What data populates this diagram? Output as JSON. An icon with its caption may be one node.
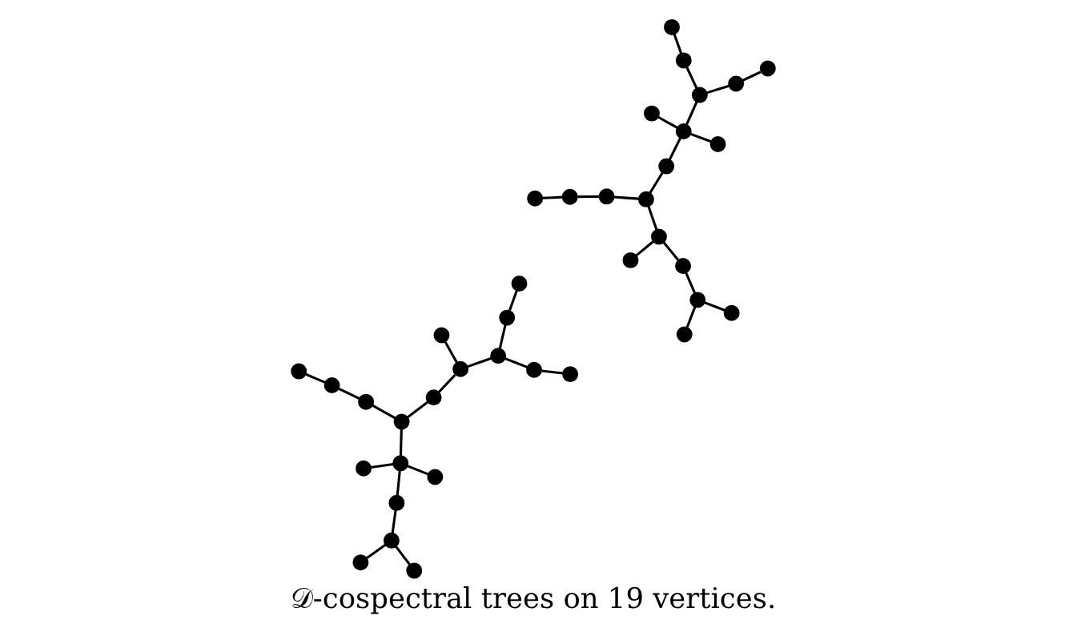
{
  "diagram": {
    "caption": "𝒟-cospectral trees on 19 vertices.",
    "nodes": [
      {
        "text": [],
        "shape": "circle"
      },
      {
        "text": [],
        "shape": "circle"
      },
      {
        "text": [],
        "shape": "circle"
      },
      {
        "text": [],
        "shape": "circle"
      },
      {
        "text": [],
        "shape": "circle"
      },
      {
        "text": [],
        "shape": "circle"
      },
      {
        "text": [],
        "shape": "circle"
      },
      {
        "text": [],
        "shape": "circle"
      },
      {
        "text": [],
        "shape": "circle"
      },
      {
        "text": [],
        "shape": "circle"
      },
      {
        "text": [],
        "shape": "circle"
      },
      {
        "text": [],
        "shape": "circle"
      },
      {
        "text": [],
        "shape": "circle"
      },
      {
        "text": [],
        "shape": "circle"
      },
      {
        "text": [],
        "shape": "circle"
      },
      {
        "text": [],
        "shape": "circle"
      },
      {
        "text": [],
        "shape": "circle"
      },
      {
        "text": [],
        "shape": "circle"
      },
      {
        "text": [],
        "shape": "circle"
      },
      {
        "text": [],
        "shape": "circle"
      },
      {
        "text": [],
        "shape": "circle"
      },
      {
        "text": [],
        "shape": "circle"
      },
      {
        "text": [],
        "shape": "circle"
      },
      {
        "text": [],
        "shape": "circle"
      },
      {
        "text": [],
        "shape": "circle"
      },
      {
        "text": [],
        "shape": "circle"
      },
      {
        "text": [],
        "shape": "circle"
      },
      {
        "text": [],
        "shape": "circle"
      },
      {
        "text": [],
        "shape": "circle"
      },
      {
        "text": [],
        "shape": "circle"
      },
      {
        "text": [],
        "shape": "circle"
      },
      {
        "text": [],
        "shape": "circle"
      },
      {
        "text": [],
        "shape": "circle"
      },
      {
        "text": [],
        "shape": "circle"
      },
      {
        "text": [],
        "shape": "circle"
      },
      {
        "text": [],
        "shape": "circle"
      },
      {
        "text": [],
        "shape": "circle"
      },
      {
        "text": [],
        "shape": "circle"
      }
    ],
    "edges": [
      {
        "from": 0,
        "to": 1,
        "arrow": "none"
      },
      {
        "from": 1,
        "to": 2,
        "arrow": "none"
      },
      {
        "from": 2,
        "to": 5,
        "arrow": "none"
      },
      {
        "from": 5,
        "to": 6,
        "arrow": "none"
      },
      {
        "from": 6,
        "to": 3,
        "arrow": "none"
      },
      {
        "from": 6,
        "to": 4,
        "arrow": "none"
      },
      {
        "from": 6,
        "to": 7,
        "arrow": "none"
      },
      {
        "from": 7,
        "to": 8,
        "arrow": "none"
      },
      {
        "from": 8,
        "to": 9,
        "arrow": "none"
      },
      {
        "from": 8,
        "to": 11,
        "arrow": "none"
      },
      {
        "from": 5,
        "to": 10,
        "arrow": "none"
      },
      {
        "from": 10,
        "to": 13,
        "arrow": "none"
      },
      {
        "from": 13,
        "to": 17,
        "arrow": "none"
      },
      {
        "from": 13,
        "to": 15,
        "arrow": "none"
      },
      {
        "from": 15,
        "to": 14,
        "arrow": "none"
      },
      {
        "from": 14,
        "to": 12,
        "arrow": "none"
      },
      {
        "from": 15,
        "to": 16,
        "arrow": "none"
      },
      {
        "from": 16,
        "to": 18,
        "arrow": "none"
      },
      {
        "from": 19,
        "to": 20,
        "arrow": "none"
      },
      {
        "from": 20,
        "to": 21,
        "arrow": "none"
      },
      {
        "from": 21,
        "to": 23,
        "arrow": "none"
      },
      {
        "from": 23,
        "to": 24,
        "arrow": "none"
      },
      {
        "from": 24,
        "to": 22,
        "arrow": "none"
      },
      {
        "from": 24,
        "to": 25,
        "arrow": "none"
      },
      {
        "from": 25,
        "to": 26,
        "arrow": "none"
      },
      {
        "from": 26,
        "to": 27,
        "arrow": "none"
      },
      {
        "from": 26,
        "to": 29,
        "arrow": "none"
      },
      {
        "from": 23,
        "to": 28,
        "arrow": "none"
      },
      {
        "from": 28,
        "to": 32,
        "arrow": "none"
      },
      {
        "from": 32,
        "to": 35,
        "arrow": "none"
      },
      {
        "from": 32,
        "to": 36,
        "arrow": "none"
      },
      {
        "from": 32,
        "to": 33,
        "arrow": "none"
      },
      {
        "from": 33,
        "to": 31,
        "arrow": "none"
      },
      {
        "from": 31,
        "to": 30,
        "arrow": "none"
      },
      {
        "from": 33,
        "to": 34,
        "arrow": "none"
      },
      {
        "from": 34,
        "to": 37,
        "arrow": "none"
      }
    ]
  }
}
